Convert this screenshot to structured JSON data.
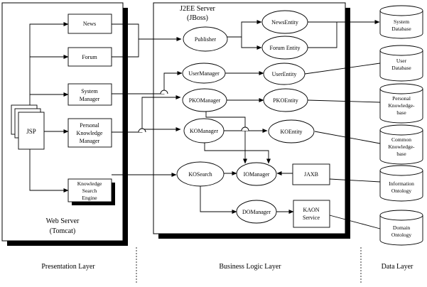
{
  "colors": {
    "line": "#000000",
    "shadow": "#000000",
    "background": "#ffffff",
    "box_fill": "#ffffff"
  },
  "containers": {
    "web_server": {
      "line1": "Web Server",
      "line2": "(Tomcat)"
    },
    "j2ee_server": {
      "line1": "J2EE Server",
      "line2": "(JBoss)"
    }
  },
  "presentation": {
    "jsp": "JSP",
    "news": "News",
    "forum": "Forum",
    "system_manager": [
      "System",
      "Manager"
    ],
    "pk_manager": [
      "Personal",
      "Knowledge",
      "Manager"
    ],
    "ks_engine": [
      "Knowledge",
      "Search",
      "Engine"
    ]
  },
  "business": {
    "publisher": "Publisher",
    "user_manager": "UserManager",
    "pko_manager": "PKOManager",
    "ko_manager": "KOManager",
    "ko_search": "KOSearch",
    "io_manager": "IOManager",
    "do_manager": "DOManager",
    "news_entity": "NewsEntity",
    "forum_entity": "Forum Entity",
    "user_entity": "UserEntity",
    "pko_entity": "PKOEntity",
    "ko_entity": "KOEntity",
    "jaxb": "JAXB",
    "kaon_service": [
      "KAON",
      "Service"
    ]
  },
  "databases": {
    "system": [
      "System",
      "Database"
    ],
    "user": [
      "User",
      "Database"
    ],
    "personal_kb": [
      "Personal",
      "Knowledge-",
      "base"
    ],
    "common_kb": [
      "Common",
      "Knowledge-",
      "base"
    ],
    "information_ontology": [
      "Information",
      "Ontology"
    ],
    "domain_ontology": [
      "Domain",
      "Ontology"
    ]
  },
  "layers": {
    "presentation": "Presentation Layer",
    "business_logic": "Business Logic Layer",
    "data": "Data Layer"
  }
}
